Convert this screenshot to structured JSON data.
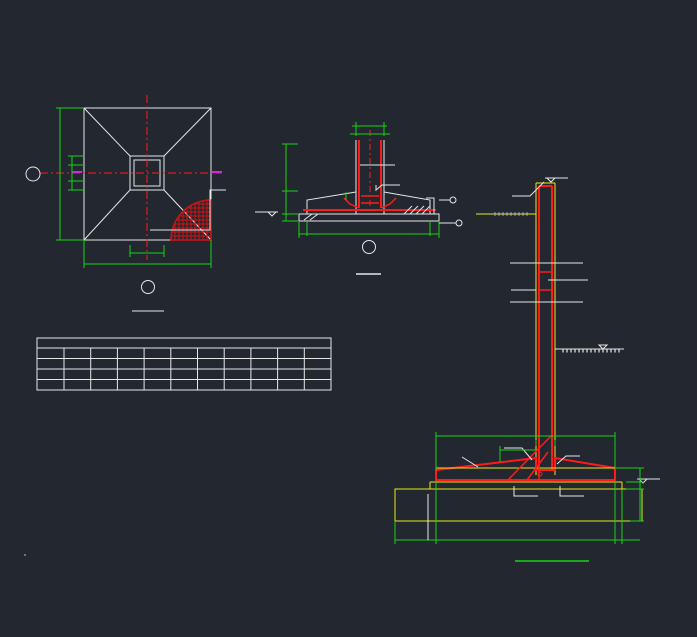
{
  "app": {
    "canvas_background": "#232830"
  },
  "palette": {
    "white": "#e6e6e6",
    "green": "#14d214",
    "red": "#ff1a1a",
    "darkred": "#d11212",
    "yellow": "#e8e81a",
    "magenta": "#e020e0",
    "gray": "#9a9a9a"
  },
  "drawing": {
    "layers": [
      "plan-view",
      "section-view",
      "retaining-wall-section",
      "schedule-table"
    ],
    "schedule_table": {
      "rows": 5,
      "columns": 11
    }
  }
}
